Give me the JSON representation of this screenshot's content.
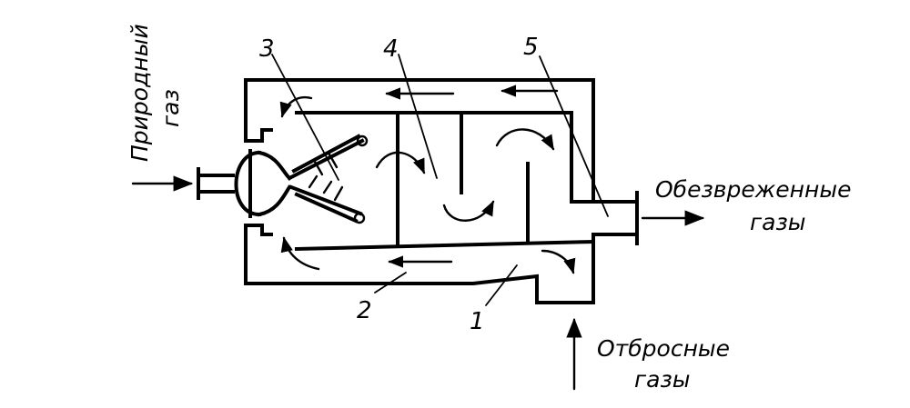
{
  "labels": {
    "inlet_gas_line1": "Природный",
    "inlet_gas_line2": "газ",
    "outlet_line1": "Обезвреженные",
    "outlet_line2": "газы",
    "waste_line1": "Отбросные",
    "waste_line2": "газы"
  },
  "callouts": [
    "1",
    "2",
    "3",
    "4",
    "5"
  ],
  "colors": {
    "ink": "#000000",
    "paper": "#ffffff"
  }
}
